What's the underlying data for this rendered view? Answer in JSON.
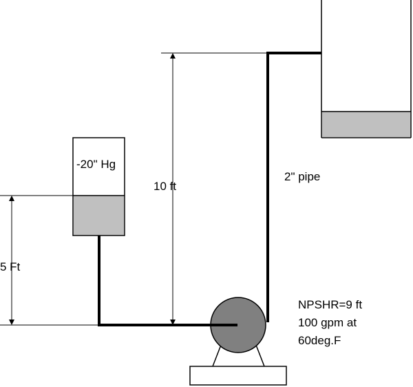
{
  "labels": {
    "tank_pressure": "-20\" Hg",
    "height_10": "10 ft",
    "height_5": "5 Ft",
    "pipe_size": "2\" pipe",
    "pump_spec_1": "NPSHR=9 ft",
    "pump_spec_2": "100 gpm at",
    "pump_spec_3": "60deg.F"
  },
  "colors": {
    "line": "#000000",
    "liquid": "#c0c0c0",
    "pump": "#808080",
    "background": "#ffffff"
  }
}
